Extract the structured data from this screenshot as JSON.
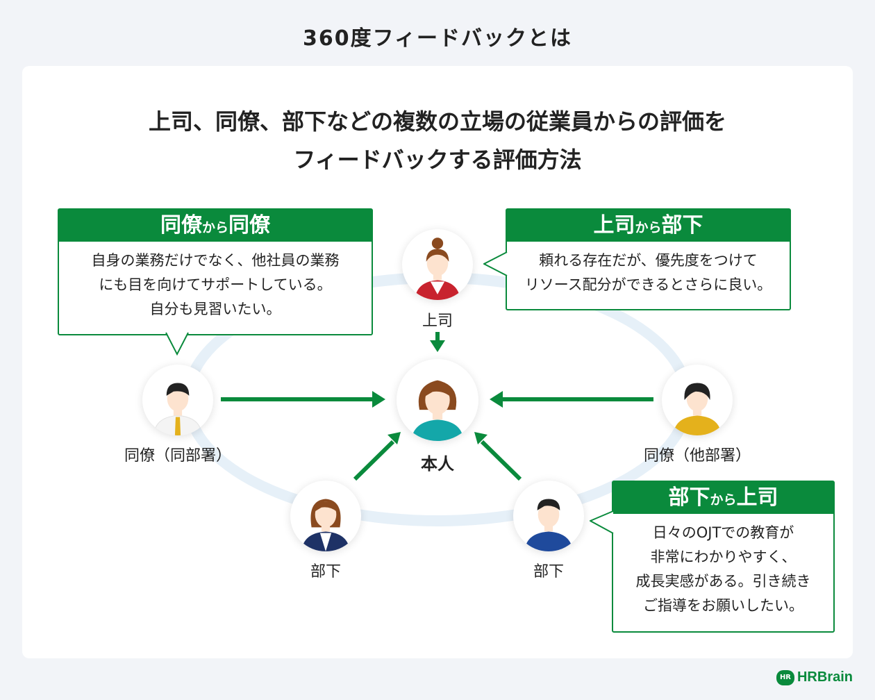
{
  "title": "360度フィードバックとは",
  "headline": {
    "line1": "上司、同僚、部下などの複数の立場の従業員からの評価を",
    "line2": "フィードバックする評価方法"
  },
  "people": {
    "center": "本人",
    "boss": "上司",
    "peer_same": "同僚（同部署）",
    "peer_other": "同僚（他部署）",
    "sub_left": "部下",
    "sub_right": "部下"
  },
  "comments": {
    "peer": {
      "from": "同僚",
      "joiner": "から",
      "to": "同僚",
      "lines": [
        "自身の業務だけでなく、他社員の業務",
        "にも目を向けてサポートしている。",
        "自分も見習いたい。"
      ]
    },
    "boss": {
      "from": "上司",
      "joiner": "から",
      "to": "部下",
      "lines": [
        "頼れる存在だが、優先度をつけて",
        "リソース配分ができるとさらに良い。"
      ]
    },
    "sub": {
      "from": "部下",
      "joiner": "から",
      "to": "上司",
      "lines": [
        "日々のOJTでの教育が",
        "非常にわかりやすく、",
        "成長実感がある。引き続き",
        "ご指導をお願いしたい。"
      ]
    }
  },
  "logo": {
    "badge": "HR",
    "name": "HRBrain"
  },
  "colors": {
    "accent": "#0a8a3c",
    "ring": "#e6f0f8",
    "background": "#f2f4f8",
    "skin": "#fde3cf",
    "hair_dark": "#222222",
    "hair_brown": "#8a4a1f",
    "boss_jacket": "#c8232e",
    "center_top": "#14a7a9",
    "peer_other_top": "#e4b11c",
    "sub_left_jacket": "#1e3266",
    "sub_right_top": "#1f4a9c",
    "peer_same_tie": "#e4b11c"
  }
}
